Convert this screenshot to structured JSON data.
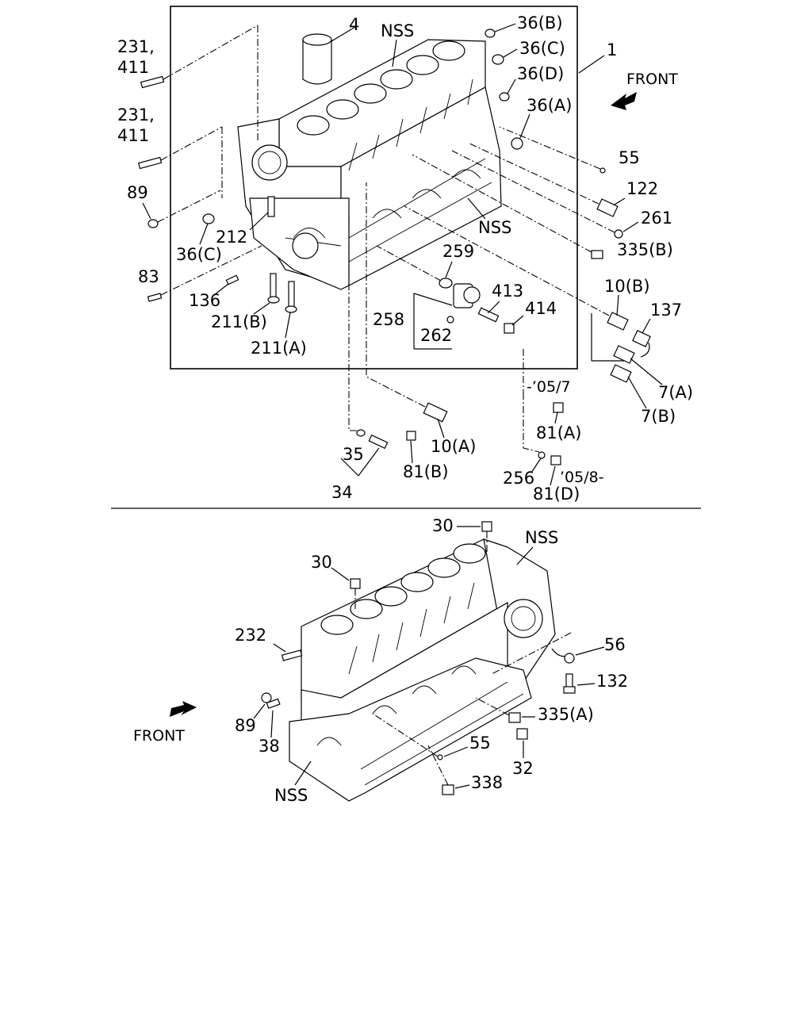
{
  "diagram": {
    "top": {
      "front_label": "FRONT",
      "callouts": {
        "c231_411_a": "231,",
        "c231_411_a2": "411",
        "c231_411_b": "231,",
        "c231_411_b2": "411",
        "c4": "4",
        "nss_top": "NSS",
        "c36b": "36(B)",
        "c36c": "36(C)",
        "c36d": "36(D)",
        "c36a": "36(A)",
        "c1": "1",
        "c55": "55",
        "c122": "122",
        "c261": "261",
        "c335b": "335(B)",
        "nss_mid": "NSS",
        "c89": "89",
        "c36c_left": "36(C)",
        "c212": "212",
        "c83": "83",
        "c136": "136",
        "c211b": "211(B)",
        "c211a": "211(A)",
        "c259": "259",
        "c413": "413",
        "c414": "414",
        "c258": "258",
        "c262": "262",
        "c10b": "10(B)",
        "c137": "137",
        "c7a": "7(A)",
        "c7b": "7(B)",
        "c05_7": "-’05/7",
        "c81a": "81(A)",
        "c10a": "10(A)",
        "c35": "35",
        "c81b": "81(B)",
        "c34": "34",
        "c256": "256",
        "c05_8": "’05/8-",
        "c81d": "81(D)"
      }
    },
    "bottom": {
      "front_label": "FRONT",
      "callouts": {
        "c30_top": "30",
        "nss_top": "NSS",
        "c30_left": "30",
        "c232": "232",
        "c56": "56",
        "c132": "132",
        "c335a": "335(A)",
        "c89": "89",
        "c38": "38",
        "c55": "55",
        "c32": "32",
        "nss_bottom": "NSS",
        "c338": "338"
      }
    }
  }
}
